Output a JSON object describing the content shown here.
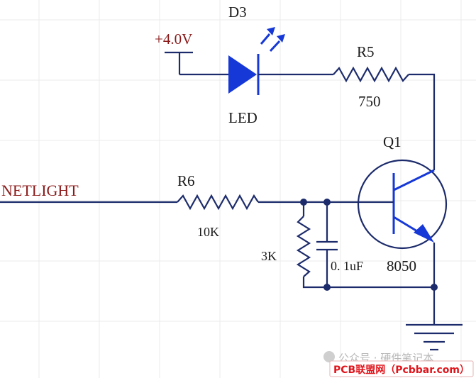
{
  "power": {
    "label": "+4.0V"
  },
  "led": {
    "ref": "D3",
    "value": "LED"
  },
  "r5": {
    "ref": "R5",
    "value": "750"
  },
  "transistor": {
    "ref": "Q1",
    "value": "8050"
  },
  "r6": {
    "ref": "R6",
    "value": "10K"
  },
  "r_pulldown": {
    "value": "3K"
  },
  "capacitor": {
    "value": "0. 1uF"
  },
  "net": {
    "label": "NETLIGHT"
  },
  "watermark": {
    "text": "公众号 · 硬件笔记本",
    "source": "PCB联盟网（Pcbbar.com）"
  },
  "colors": {
    "wire": "#1c2b6b",
    "symbol": "#1638d6",
    "net_label": "#8b1a1a",
    "watermark": "#e0141b"
  }
}
